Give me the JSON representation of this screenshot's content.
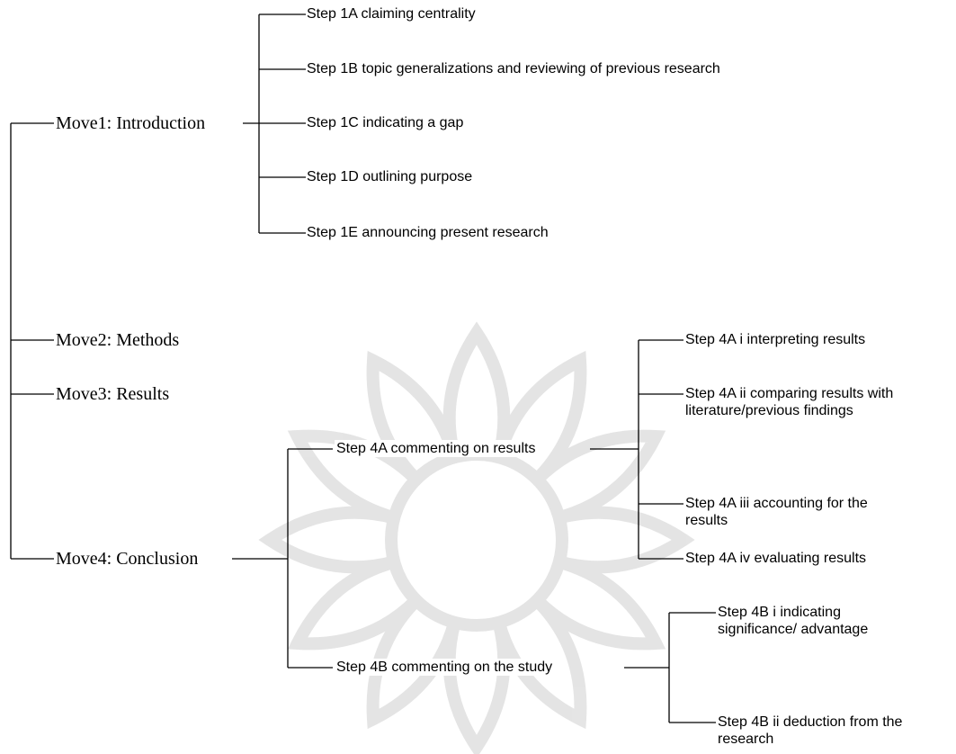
{
  "moves": {
    "move1": "Move1: Introduction",
    "move2": "Move2: Methods",
    "move3": "Move3: Results",
    "move4": "Move4: Conclusion"
  },
  "steps": {
    "s1a": "Step 1A claiming centrality",
    "s1b": "Step 1B topic generalizations and reviewing of previous research",
    "s1c": "Step 1C indicating a gap",
    "s1d": "Step 1D outlining purpose",
    "s1e": "Step 1E announcing present research",
    "s4a": "Step 4A commenting on results",
    "s4b": "Step 4B commenting on the study",
    "s4ai": "Step 4A i interpreting results",
    "s4aii_l1": "Step 4A ii comparing results with",
    "s4aii_l2": "literature/previous findings",
    "s4aiii_l1": "Step 4A iii accounting for the",
    "s4aiii_l2": "results",
    "s4aiv": "Step 4A iv evaluating results",
    "s4bi_l1": "Step 4B i indicating",
    "s4bi_l2": "significance/ advantage",
    "s4bii_l1": "Step 4B ii deduction from the",
    "s4bii_l2": "research"
  },
  "colors": {
    "line": "#000000",
    "text": "#000000",
    "watermark": "#d9d9d9"
  }
}
